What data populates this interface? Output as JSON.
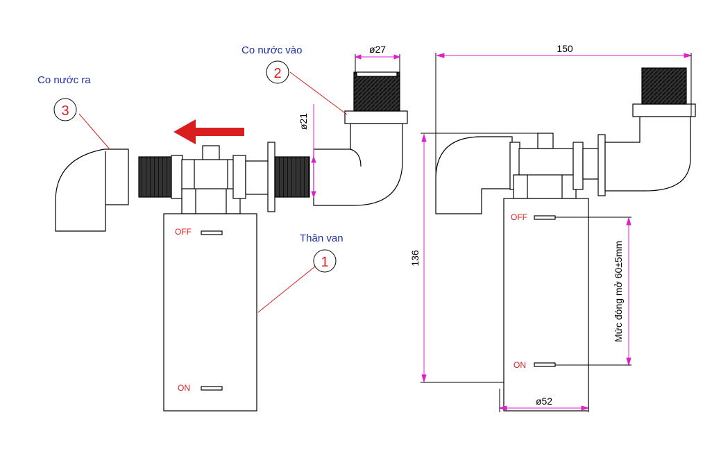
{
  "labels": {
    "inlet": "Co nước vào",
    "outlet": "Co nước ra",
    "body": "Thân van",
    "callout_1": "1",
    "callout_2": "2",
    "callout_3": "3",
    "off_left": "OFF",
    "on_left": "ON",
    "off_right": "OFF",
    "on_right": "ON"
  },
  "dimensions": {
    "d27": "ø27",
    "d21": "ø21",
    "width_150": "150",
    "height_136": "136",
    "d52": "ø52",
    "level": "Mức đóng mở 60±5mm"
  },
  "colors": {
    "callout": "#d81e1e",
    "label": "#1f2fa8",
    "dimension": "#e020c8",
    "arrow": "#d81e1e",
    "line": "#000000"
  }
}
